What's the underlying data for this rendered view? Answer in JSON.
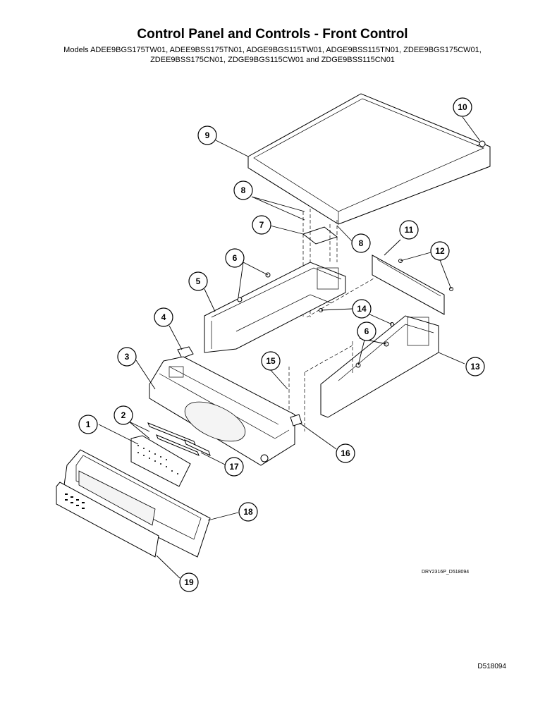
{
  "title": "Control Panel and Controls - Front Control",
  "subtitle": "Models ADEE9BGS175TW01, ADEE9BSS175TN01, ADGE9BGS115TW01, ADGE9BSS115TN01, ZDEE9BGS175CW01, ZDEE9BSS175CN01, ZDGE9BGS115CW01 and ZDGE9BSS115CN01",
  "drawing_ref": "DRY2316P_D518094",
  "document_number": "D518094",
  "callouts": {
    "c1": "1",
    "c2": "2",
    "c3": "3",
    "c4": "4",
    "c5": "5",
    "c6a": "6",
    "c6b": "6",
    "c7": "7",
    "c8a": "8",
    "c8b": "8",
    "c9": "9",
    "c10": "10",
    "c11": "11",
    "c12": "12",
    "c13": "13",
    "c14": "14",
    "c15": "15",
    "c16": "16",
    "c17": "17",
    "c18": "18",
    "c19": "19"
  }
}
